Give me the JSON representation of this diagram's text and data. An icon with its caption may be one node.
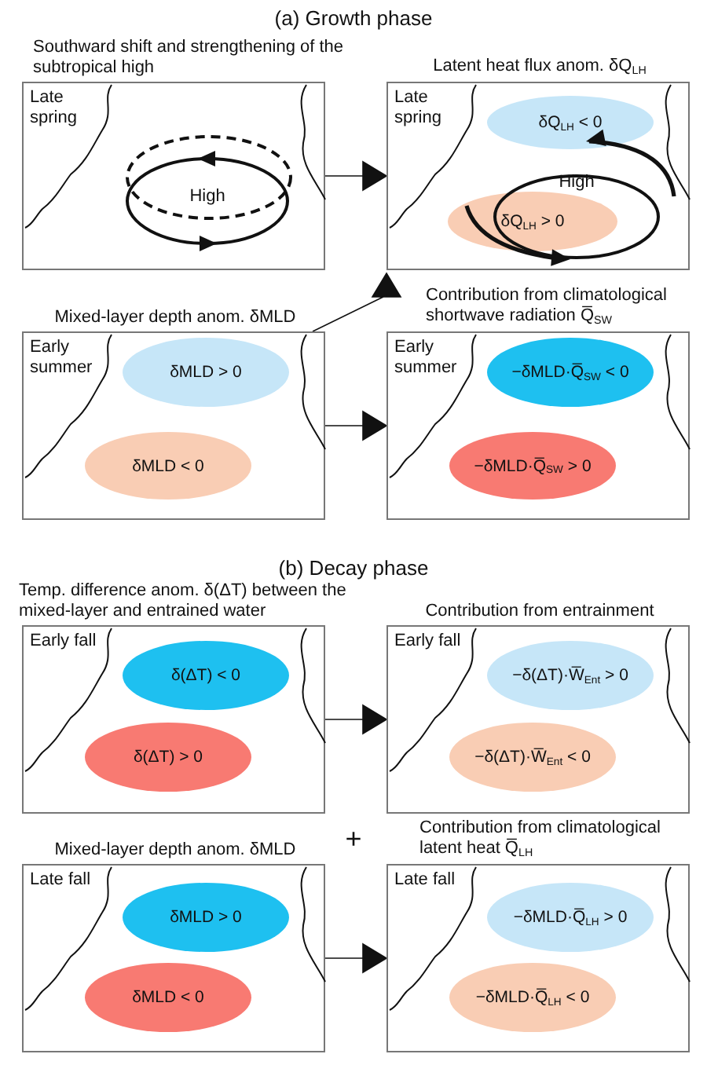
{
  "diagram": {
    "nodes": [
      {
        "text": [
          "Southward shift and strengthening of the subtropical high",
          "Late spring"
        ]
      },
      {
        "text": [
          "High"
        ],
        "in": 0
      },
      {
        "text": [
          "Latent heat flux anom. δQ$_{LH}$",
          "Late spring"
        ]
      },
      {
        "text": [
          "δQ$_{LH}$ < 0"
        ],
        "in": 2
      },
      {
        "text": [
          "High"
        ],
        "in": 2
      },
      {
        "text": [
          "δQ$_{LH}$ > 0"
        ],
        "in": 2
      },
      {
        "text": [
          "Mixed-layer depth anom. δMLD",
          "Early summer"
        ]
      },
      {
        "text": [
          "δMLD > 0"
        ],
        "in": 6
      },
      {
        "text": [
          "δMLD < 0"
        ],
        "in": 6
      },
      {
        "text": [
          "Contribution from climatological shortwave radiation Q̅$_{SW}$",
          "Early summer"
        ]
      },
      {
        "text": [
          "−δMLD·Q̅$_{SW}$ < 0"
        ],
        "in": 9
      },
      {
        "text": [
          "−δMLD·Q̅$_{SW}$ > 0"
        ],
        "in": 9
      },
      {
        "text": [
          "Temp. difference anom. δ(ΔT) between the mixed-layer and entrained water",
          "Early fall"
        ]
      },
      {
        "text": [
          "δ(ΔT) < 0"
        ],
        "in": 12
      },
      {
        "text": [
          "δ(ΔT) > 0"
        ],
        "in": 12
      },
      {
        "text": [
          "Contribution from entrainment",
          "Early fall"
        ]
      },
      {
        "text": [
          "−δ(ΔT)·W̅$_{Ent}$ > 0"
        ],
        "in": 15
      },
      {
        "text": [
          "−δ(ΔT)·W̅$_{Ent}$ < 0"
        ],
        "in": 15
      },
      {
        "text": [
          "Mixed-layer depth anom. δMLD",
          "Late fall"
        ]
      },
      {
        "text": [
          "δMLD > 0"
        ],
        "in": 18
      },
      {
        "text": [
          "δMLD < 0"
        ],
        "in": 18
      },
      {
        "text": [
          "Contribution from climatological latent heat Q̅$_{LH}$",
          "Late fall"
        ]
      },
      {
        "text": [
          "−δMLD·Q̅$_{LH}$ > 0"
        ],
        "in": 21
      },
      {
        "text": [
          "−δMLD·Q̅$_{LH}$ < 0"
        ],
        "in": 21
      }
    ],
    "edges": [
      {
        "from": 0,
        "to": 2,
        "arrow": "to"
      },
      {
        "from": 6,
        "to": 2,
        "arrow": "to"
      },
      {
        "from": 6,
        "to": 9,
        "arrow": "to"
      },
      {
        "from": 12,
        "to": 15,
        "arrow": "to"
      },
      {
        "from": 18,
        "to": 21,
        "arrow": "to"
      }
    ],
    "labels": [
      "(a) Growth phase",
      "(b) Decay phase",
      "+"
    ]
  }
}
